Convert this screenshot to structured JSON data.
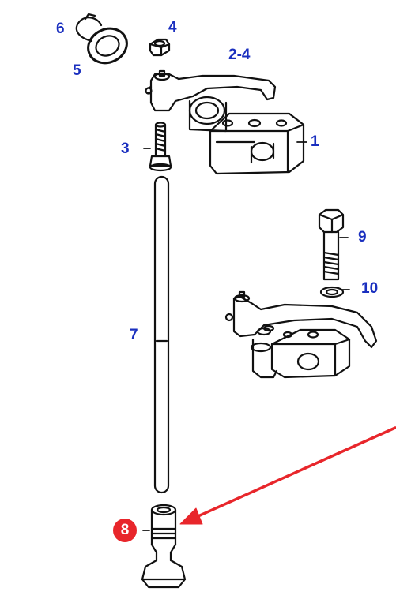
{
  "colors": {
    "callout_text": "#1a2fbf",
    "highlight": "#e8262b",
    "line_art": "#111111",
    "background": "#ffffff"
  },
  "callouts": {
    "c1": "1",
    "c2_4": "2-4",
    "c3": "3",
    "c4": "4",
    "c5": "5",
    "c6": "6",
    "c7": "7",
    "c8": "8",
    "c9": "9",
    "c10": "10"
  },
  "highlighted_part": "8"
}
